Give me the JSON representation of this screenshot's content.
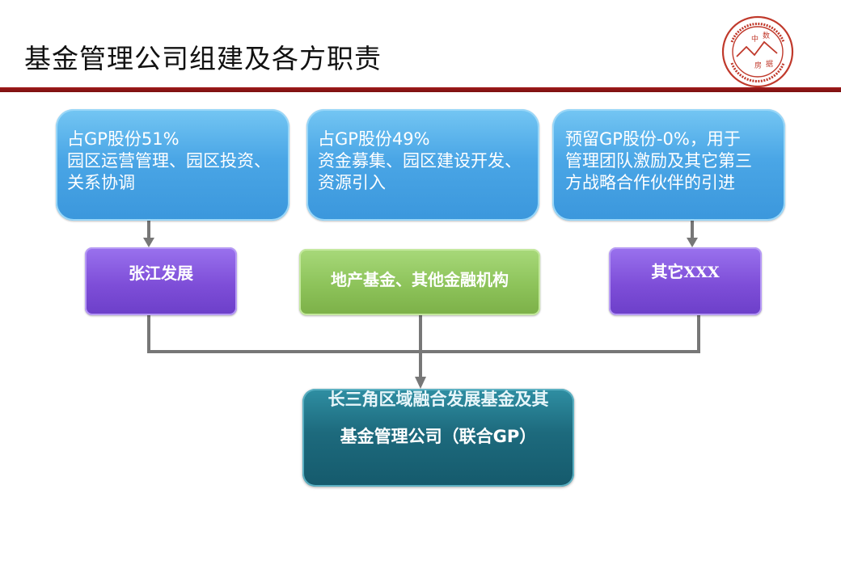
{
  "title": "基金管理公司组建及各方职责",
  "colors": {
    "rule": "#8b1414",
    "blue_box": "#4aa6e6",
    "purple_box": "#7e4ed8",
    "green_box": "#8dc35a",
    "teal_box": "#1d6a7d",
    "connector": "#777777",
    "seal": "#c0392b"
  },
  "seal": {
    "chars": [
      "中",
      "数",
      "房",
      "据"
    ]
  },
  "top_boxes": [
    {
      "lines": [
        "占GP股份51%",
        "园区运营管理、园区投资、",
        "关系协调"
      ]
    },
    {
      "lines": [
        "占GP股份49%",
        "资金募集、园区建设开发、",
        "资源引入"
      ]
    },
    {
      "lines": [
        "预留GP股份-0%，用于",
        "管理团队激励及其它第三",
        "方战略合作伙伴的引进"
      ]
    }
  ],
  "middle_boxes": [
    {
      "label": "张江发展"
    },
    {
      "label": "地产基金、其他金融机构"
    },
    {
      "label": "其它",
      "suffix": "XXX"
    }
  ],
  "bottom_box": {
    "line1": "长三角区域融合发展基金及其",
    "line2": "基金管理公司（联合GP）"
  }
}
